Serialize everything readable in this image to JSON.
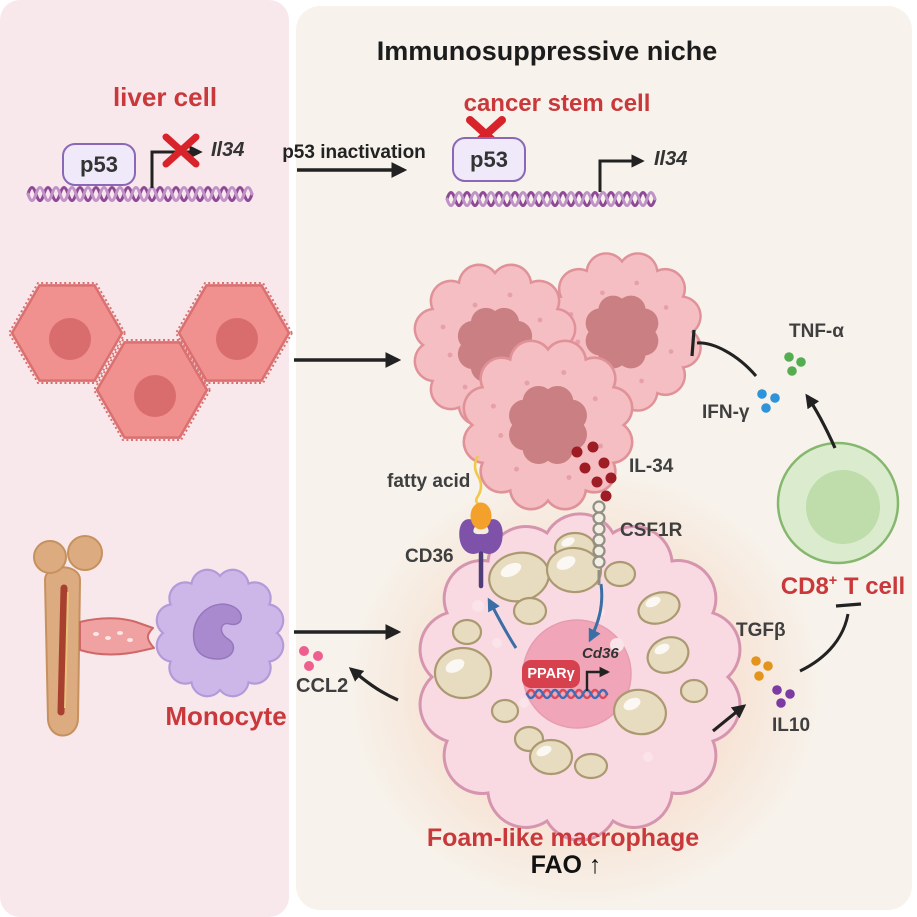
{
  "header": {
    "title": "Immunosuppressive niche"
  },
  "left_panel": {
    "liver_cell_label": "liver cell",
    "p53_gene": {
      "protein": "p53",
      "target_gene": "Il34"
    },
    "monocyte_label": "Monocyte"
  },
  "niche": {
    "cancer_stem_cell_label": "cancer stem cell",
    "p53_inactivation_label": "p53 inactivation",
    "p53_gene": {
      "protein": "p53",
      "target_gene": "Il34"
    },
    "fatty_acid_label": "fatty acid",
    "receptors": {
      "cd36": "CD36",
      "csf1r": "CSF1R"
    },
    "cytokines": {
      "il34": "IL-34",
      "ccl2": "CCL2",
      "tnf": "TNF-α",
      "ifn": "IFN-γ",
      "tgfb": "TGFβ",
      "il10": "IL10"
    },
    "macrophage": {
      "ppar": "PPARγ",
      "cd36_gene": "Cd36",
      "name": "Foam-like macrophage",
      "fao": "FAO",
      "fao_arrow": "↑"
    },
    "cd8": {
      "base": "CD8",
      "sup": "+",
      "rest": " T cell"
    }
  },
  "colors": {
    "left_panel_bg": "#f8e8eb",
    "niche_bg": "#f7f3ec",
    "red_label": "#c9393c",
    "black_label": "#1c1c1c",
    "liver_cell": "#f0908f",
    "cancer_cell": "#f4bec2",
    "cancer_nucleus": "#ca7f82",
    "monocyte": "#cdb7e8",
    "monocyte_nucleus": "#a98ace",
    "macrophage": "#f9d9e2",
    "macrophage_nucleus": "#f0a6b8",
    "lipid_droplet": "#e8dcc0",
    "ppar_box": "#d6414d",
    "p53_box_fill": "#efe9fa",
    "p53_box_border": "#8a68b5",
    "dna": "#8e4a96",
    "red_x": "#d9232b",
    "il34_dot": "#9e1d24",
    "ccl2_dot": "#ee5e8e",
    "tnf_dot": "#55ad52",
    "ifn_dot": "#2e93d8",
    "tgfb_dot": "#e2941c",
    "il10_dot": "#7c3ba2",
    "cd8_cell": "#daeccd",
    "cd36_receptor": "#7d52a8",
    "fatty_acid": "#f4a12b",
    "blue_arrow": "#3b6ea5"
  }
}
